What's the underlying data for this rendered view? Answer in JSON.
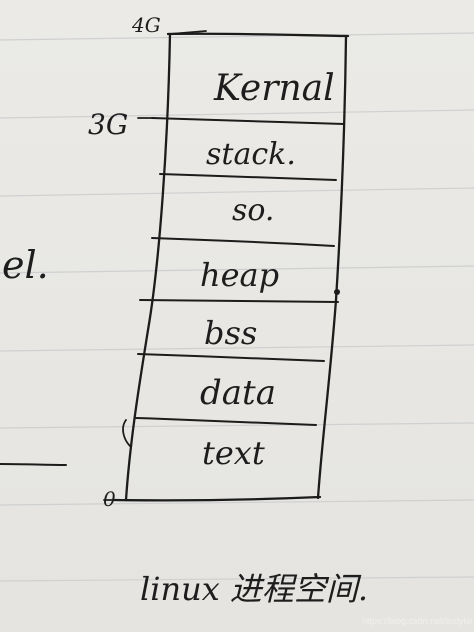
{
  "diagram": {
    "segments": [
      {
        "id": "kernel",
        "label": "Kernal"
      },
      {
        "id": "stack",
        "label": "stack."
      },
      {
        "id": "so",
        "label": "so."
      },
      {
        "id": "heap",
        "label": "heap"
      },
      {
        "id": "bss",
        "label": "bss"
      },
      {
        "id": "data",
        "label": "data"
      },
      {
        "id": "text",
        "label": "text"
      }
    ],
    "address_labels": {
      "top": "4G",
      "middle": "3G",
      "bottom": "0"
    },
    "caption": "linux 进程空间.",
    "margin_fragment": "el."
  },
  "watermark": "https://blog.csdn.net/lindylw"
}
